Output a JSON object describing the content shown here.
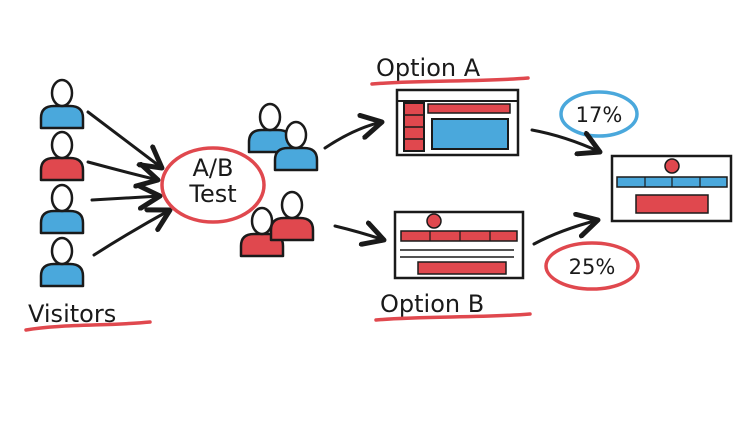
{
  "diagram": {
    "center_node": {
      "line1": "A/B",
      "line2": "Test"
    },
    "visitors_label": "Visitors",
    "option_a": {
      "label": "Option A",
      "rate": "17%"
    },
    "option_b": {
      "label": "Option B",
      "rate": "25%"
    },
    "visitor_colors": [
      "blue",
      "red",
      "blue",
      "blue"
    ],
    "group_a_colors": [
      "blue",
      "blue"
    ],
    "group_b_colors": [
      "red",
      "red"
    ]
  },
  "colors": {
    "ink": "#1a1a1a",
    "blue": "#4aa8dc",
    "red": "#e0484e",
    "skin": "#ffffff"
  }
}
